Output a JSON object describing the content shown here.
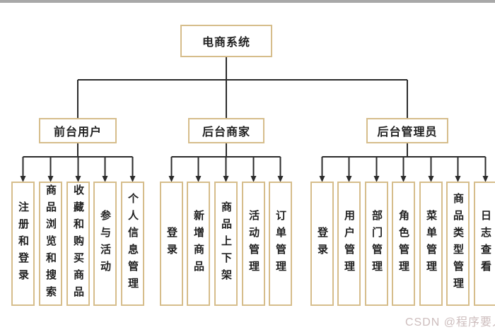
{
  "root": {
    "label": "电商系统"
  },
  "branches": [
    {
      "label": "前台用户",
      "leaves": [
        "注册和登录",
        "商品浏览和搜索",
        "收藏和购买商品",
        "参与活动",
        "个人信息管理"
      ]
    },
    {
      "label": "后台商家",
      "leaves": [
        "登录",
        "新增商品",
        "商品上下架",
        "活动管理",
        "订单管理"
      ]
    },
    {
      "label": "后台管理员",
      "leaves": [
        "登录",
        "用户管理",
        "部门管理",
        "角色管理",
        "菜单管理",
        "商品类型管理",
        "日志查看"
      ]
    }
  ],
  "watermark": "CSDN @程序要人",
  "colors": {
    "box_border": "#d6bd8b",
    "connector_line": "#2b2b2b",
    "text": "#1f1f1f",
    "watermark_text": "#cdbdbd",
    "top_strip": "#a8a8a8",
    "background": "#ffffff"
  }
}
